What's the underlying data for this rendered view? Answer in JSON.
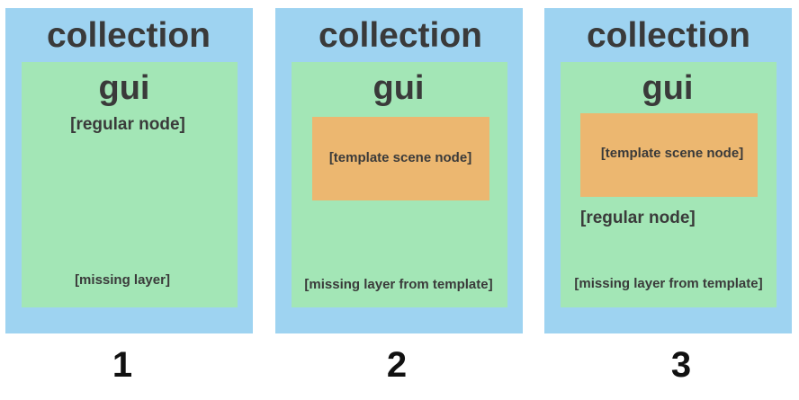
{
  "panels": [
    {
      "collection_label": "collection",
      "gui_label": "gui",
      "regular_node": "[regular node]",
      "missing_layer": "[missing layer]",
      "number": "1"
    },
    {
      "collection_label": "collection",
      "gui_label": "gui",
      "template_scene_node": "[template scene node]",
      "missing_layer": "[missing layer from template]",
      "number": "2"
    },
    {
      "collection_label": "collection",
      "gui_label": "gui",
      "template_scene_node": "[template scene node]",
      "regular_node": "[regular node]",
      "missing_layer": "[missing layer from template]",
      "number": "3"
    }
  ],
  "colors": {
    "collection_bg": "#9ed3f1",
    "gui_bg": "#a3e6b6",
    "template_bg": "#ecb770",
    "text": "#3a3a3a"
  }
}
